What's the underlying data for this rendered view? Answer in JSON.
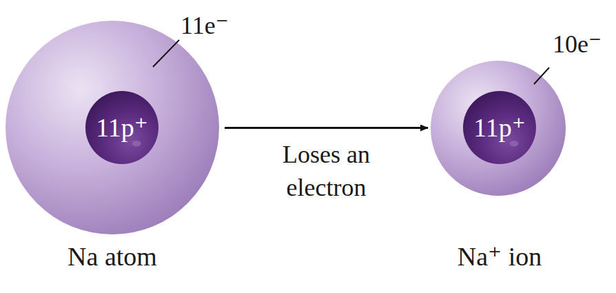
{
  "diagram": {
    "nodes": [
      {
        "text": [
          "11e⁻"
        ]
      },
      {
        "text": [
          "11p⁺"
        ],
        "in": 0
      },
      {
        "text": [
          "10e⁻"
        ]
      },
      {
        "text": [
          "11p⁺"
        ],
        "in": 2
      }
    ],
    "edges": [
      {
        "from": 0,
        "to": 2,
        "arrow": "to",
        "label": "Loses an electron"
      }
    ],
    "labels": [
      "Na atom",
      "Na⁺ ion"
    ]
  }
}
